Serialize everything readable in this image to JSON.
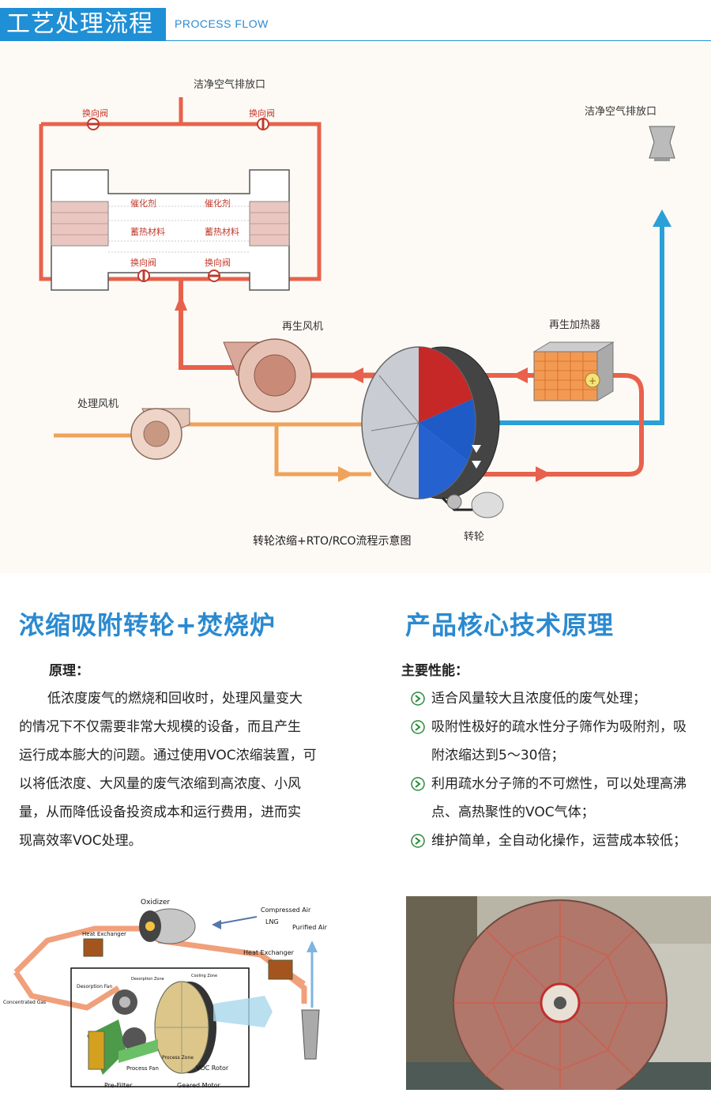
{
  "header": {
    "title": "工艺处理流程",
    "subtitle": "PROCESS FLOW"
  },
  "flow_diagram": {
    "clean_outlet_top": "洁净空气排放口",
    "clean_outlet_right": "洁净空气排放口",
    "valve": "换向阀",
    "catalyst": "催化剂",
    "heat_storage": "蓄热材料",
    "regen_fan": "再生风机",
    "regen_heater": "再生加热器",
    "process_fan": "处理风机",
    "rotor": "转轮",
    "caption": "转轮浓缩+RTO/RCO流程示意图"
  },
  "left_section": {
    "title": "浓缩吸附转轮+焚烧炉",
    "heading": "原理：",
    "lines": [
      "低浓度废气的燃烧和回收时，处理风量变大",
      "的情况下不仅需要非常大规模的设备，而且产生",
      "运行成本膨大的问题。通过使用VOC浓缩装置，可",
      "以将低浓度、大风量的废气浓缩到高浓度、小风",
      "量，从而降低设备投资成本和运行费用，进而实",
      "现高效率VOC处理。"
    ]
  },
  "right_section": {
    "title": "产品核心技术原理",
    "heading": "主要性能：",
    "features": [
      {
        "l1": "适合风量较大且浓度低的废气处理；",
        "l2": ""
      },
      {
        "l1": "吸附性极好的疏水性分子筛作为吸附剂，吸",
        "l2": "附浓缩达到5～30倍；"
      },
      {
        "l1": "利用疏水分子筛的不可燃性，可以处理高沸",
        "l2": "点、高热聚性的VOC气体；"
      },
      {
        "l1": "维护简单，全自动化操作，运营成本较低；",
        "l2": ""
      }
    ]
  },
  "rotor_diagram": {
    "oxidizer": "Oxidizer",
    "compressed_air": "Compressed Air",
    "lng": "LNG",
    "purified_air": "Purified Air",
    "heat_exchanger_1": "Heat Exchanger",
    "heat_exchanger_2": "Heat Exchanger",
    "desorption_fan": "Desorption Fan",
    "desorption_zone": "Desorption Zone",
    "cooling_zone": "Cooling Zone",
    "concentrated_gas": "Concentrated Gas",
    "process_zone": "Process Zone",
    "process_fan": "Process Fan",
    "voc_rotor": "VOC Rotor",
    "pre_filter": "Pre-Filter",
    "geared_motor": "Geared Motor"
  },
  "colors": {
    "accent": "#1f8fd6",
    "hot_pipe": "#e8614c",
    "warm_pipe": "#f0a25a",
    "cold_pipe": "#2aa0d8"
  }
}
